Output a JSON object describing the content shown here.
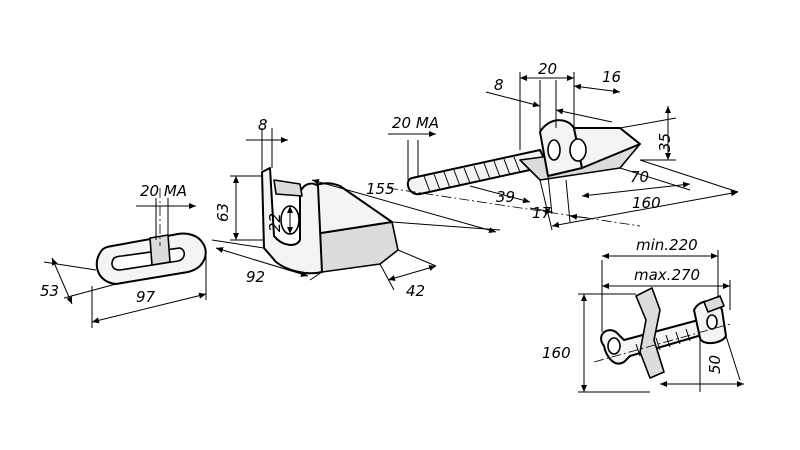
{
  "title": "",
  "dimensions": {
    "loop_thread": "20 MA",
    "loop_width": "53",
    "loop_length": "97",
    "bracket_thickness": "8",
    "bracket_height": "63",
    "bracket_hole": "22",
    "bracket_length": "155",
    "bracket_depth": "92",
    "bracket_width": "42",
    "bolt_thread": "20 MA",
    "hinge_d1": "8",
    "hinge_d2": "20",
    "hinge_d3": "16",
    "hinge_height": "35",
    "bolt_d1": "39",
    "bolt_d2": "17",
    "hinge_d4": "70",
    "hinge_length": "160",
    "assembly_min": "min.220",
    "assembly_max": "max.270",
    "assembly_height": "160",
    "assembly_offset": "50"
  }
}
